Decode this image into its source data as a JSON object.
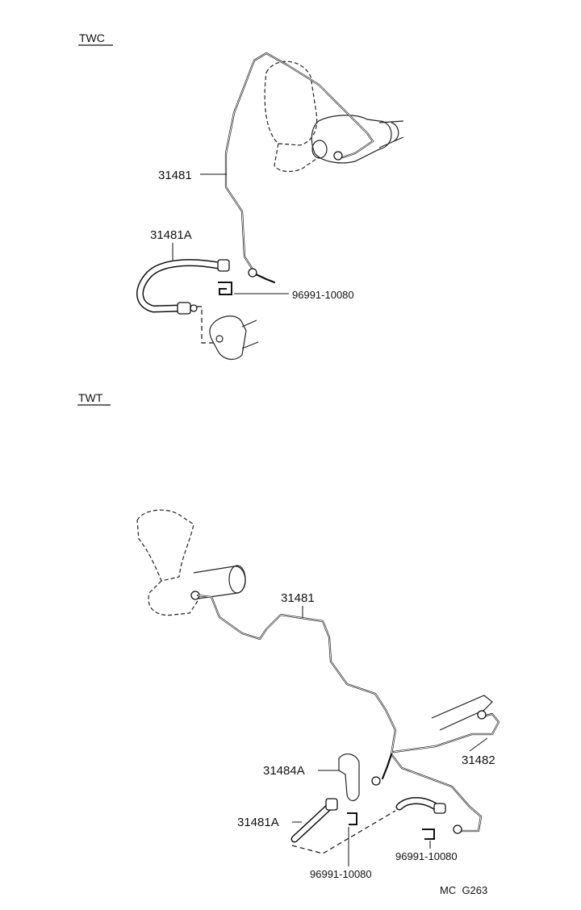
{
  "sections": [
    {
      "heading": "TWC",
      "callouts": [
        {
          "id": "twc-tube",
          "text": "31481"
        },
        {
          "id": "twc-hose",
          "text": "31481A"
        },
        {
          "id": "twc-clip",
          "text": "96991-10080"
        }
      ]
    },
    {
      "heading": "TWT",
      "callouts": [
        {
          "id": "twt-tube",
          "text": "31481"
        },
        {
          "id": "twt-bracket",
          "text": "31484A"
        },
        {
          "id": "twt-hose",
          "text": "31481A"
        },
        {
          "id": "twt-clip-right",
          "text": "96991-10080"
        },
        {
          "id": "twt-clip-bottom",
          "text": "96991-10080"
        },
        {
          "id": "twt-tube-2",
          "text": "31482"
        }
      ]
    }
  ],
  "figure_code": "MC  G263"
}
